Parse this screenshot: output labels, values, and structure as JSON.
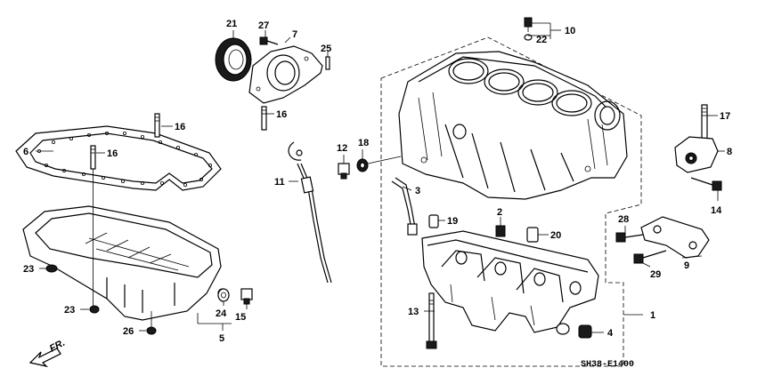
{
  "diagram_code": "SH38-E1400",
  "direction_label": "FR.",
  "part_numbers": {
    "p1": "1",
    "p2": "2",
    "p3": "3",
    "p4": "4",
    "p5": "5",
    "p6": "6",
    "p7": "7",
    "p8": "8",
    "p9": "9",
    "p10": "10",
    "p11": "11",
    "p12": "12",
    "p13": "13",
    "p14": "14",
    "p15": "15",
    "p16a": "16",
    "p16b": "16",
    "p16c": "16",
    "p17": "17",
    "p18": "18",
    "p19": "19",
    "p20": "20",
    "p21": "21",
    "p22": "22",
    "p23a": "23",
    "p23b": "23",
    "p24": "24",
    "p25": "25",
    "p26": "26",
    "p27": "27",
    "p28": "28",
    "p29": "29"
  },
  "colors": {
    "ink": "#000000",
    "background": "#ffffff"
  }
}
